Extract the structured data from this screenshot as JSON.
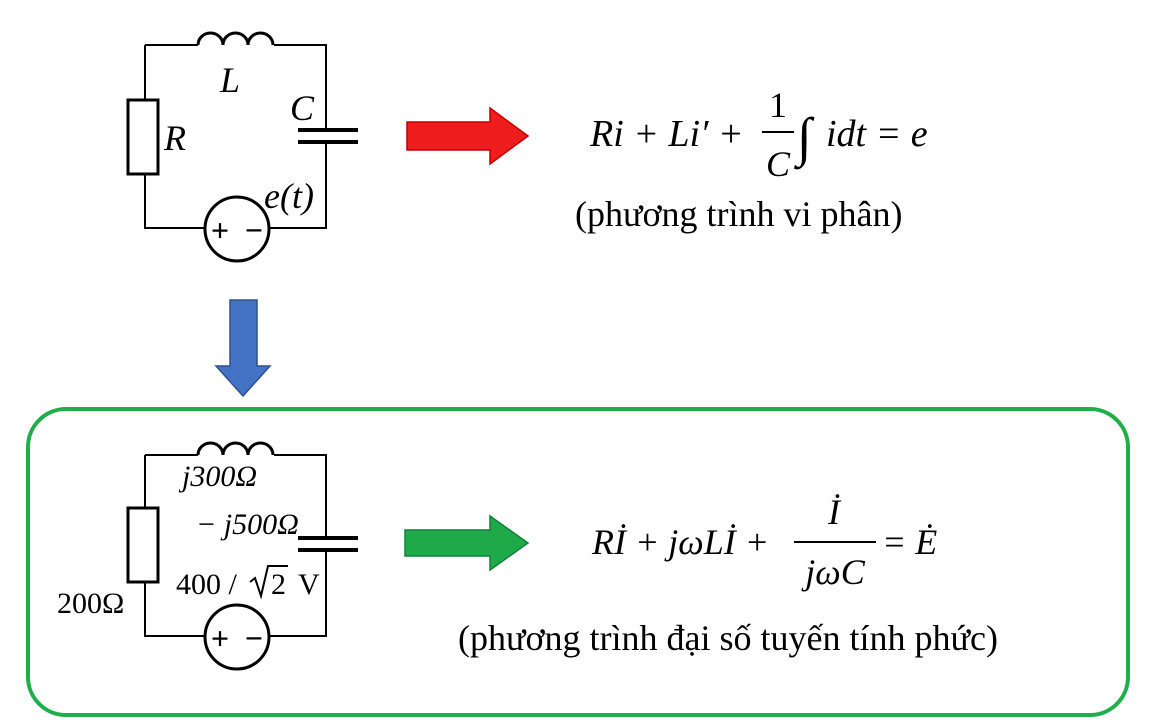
{
  "top_circuit": {
    "inductor_label": "L",
    "resistor_label": "R",
    "capacitor_label": "C",
    "source_label": "e(t)",
    "source_plus": "+",
    "source_minus": "−"
  },
  "top_equation": {
    "expression_left": "Ri + Li′ +",
    "fraction_numerator": "1",
    "fraction_denominator": "C",
    "integral_symbol": "∫",
    "expression_right": "idt = e",
    "caption": "(phương trình vi phân)"
  },
  "bottom_circuit": {
    "inductor_value": "j300Ω",
    "capacitor_value": "− j500Ω",
    "resistor_value": "200Ω",
    "source_value_prefix": "400 /",
    "source_value_radicand": "2",
    "source_value_unit": "V",
    "source_plus": "+",
    "source_minus": "−"
  },
  "bottom_equation": {
    "expression_left": "Rİ + jωLİ +",
    "fraction_numerator": "İ",
    "fraction_denominator": "jωC",
    "expression_right": "= Ė",
    "caption": "(phương trình đại số tuyến tính phức)"
  },
  "colors": {
    "red_arrow": "#ee1c1c",
    "blue_arrow": "#4472c4",
    "green_arrow": "#1faa4a",
    "box_border": "#1fae4a"
  }
}
